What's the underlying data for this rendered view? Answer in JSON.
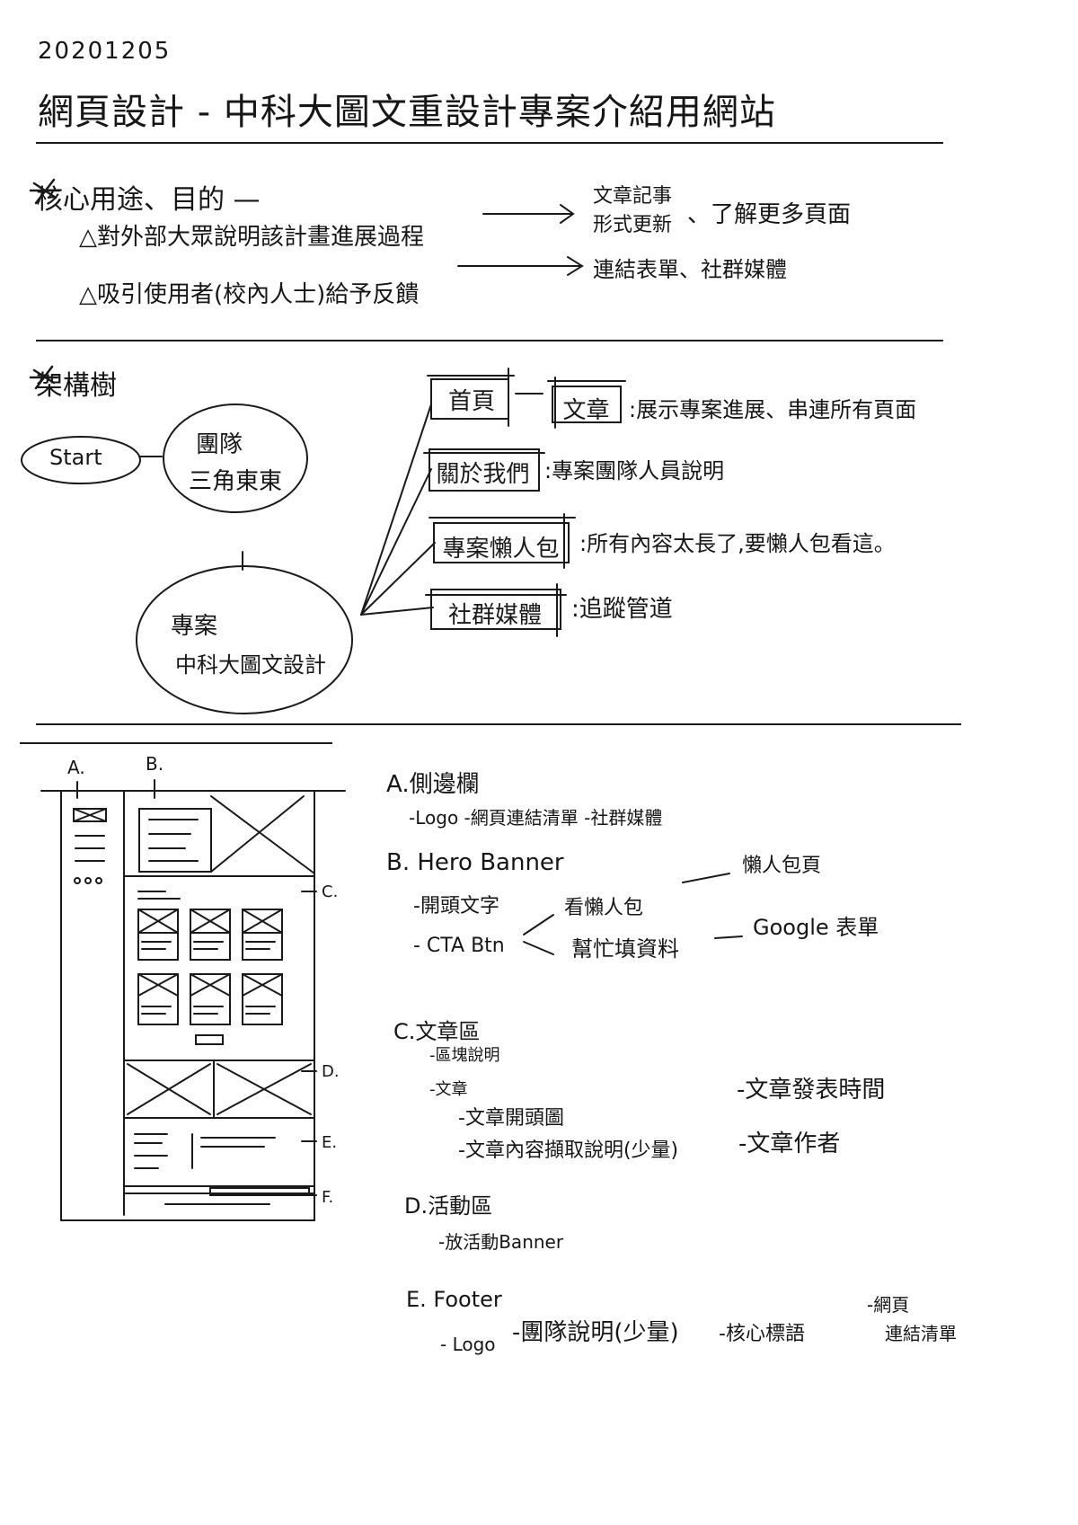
{
  "header": {
    "date": "20201205",
    "title": "網頁設計 - 中科大圖文重設計專案介紹用網站"
  },
  "purpose": {
    "heading": "核心用途、目的 —",
    "item1": "△對外部大眾說明該計畫進展過程",
    "item1_result_line1": "文章記事",
    "item1_result_line2": "形式更新",
    "item1_result_extra": "、了解更多頁面",
    "item2": "△吸引使用者(校內人士)給予反饋",
    "item2_result": "連結表單、社群媒體"
  },
  "tree": {
    "heading": "架構樹",
    "start": "Start",
    "team_line1": "團隊",
    "team_line2": "三角東東",
    "project_line1": "專案",
    "project_line2": "中科大圖文設計",
    "nodes": [
      {
        "label": "首頁",
        "desc": ""
      },
      {
        "label": "文章",
        "desc": ":展示專案進展、串連所有頁面"
      },
      {
        "label": "關於我們",
        "desc": ":專案團隊人員說明"
      },
      {
        "label": "專案懶人包",
        "desc": ":所有內容太長了,要懶人包看這。"
      },
      {
        "label": "社群媒體",
        "desc": ":追蹤管道"
      }
    ]
  },
  "wireframe": {
    "label_a": "A.",
    "label_b": "B.",
    "label_c": "C.",
    "label_d": "D.",
    "label_e": "E.",
    "label_f": "F."
  },
  "notes": {
    "a_title": "A.側邊欄",
    "a_items": "-Logo -網頁連結清單 -社群媒體",
    "b_title": "B. Hero Banner",
    "b_item1": "-開頭文字",
    "b_item2": "- CTA Btn",
    "b_branch1": "看懶人包",
    "b_branch1_target": "懶人包頁",
    "b_branch2": "幫忙填資料",
    "b_branch2_target": "Google 表單",
    "c_title": "C.文章區",
    "c_item1": "-區塊說明",
    "c_item2": "-文章",
    "c_sub1": "-文章開頭圖",
    "c_sub2": "-文章內容擷取說明(少量)",
    "c_sub3": "-文章發表時間",
    "c_sub4": "-文章作者",
    "d_title": "D.活動區",
    "d_item1": "-放活動Banner",
    "e_title": "E. Footer",
    "e_item1": "- Logo",
    "e_item2": "-團隊說明(少量)",
    "e_item3": "-核心標語",
    "e_item4_line1": "-網頁",
    "e_item4_line2": "連結清單"
  }
}
